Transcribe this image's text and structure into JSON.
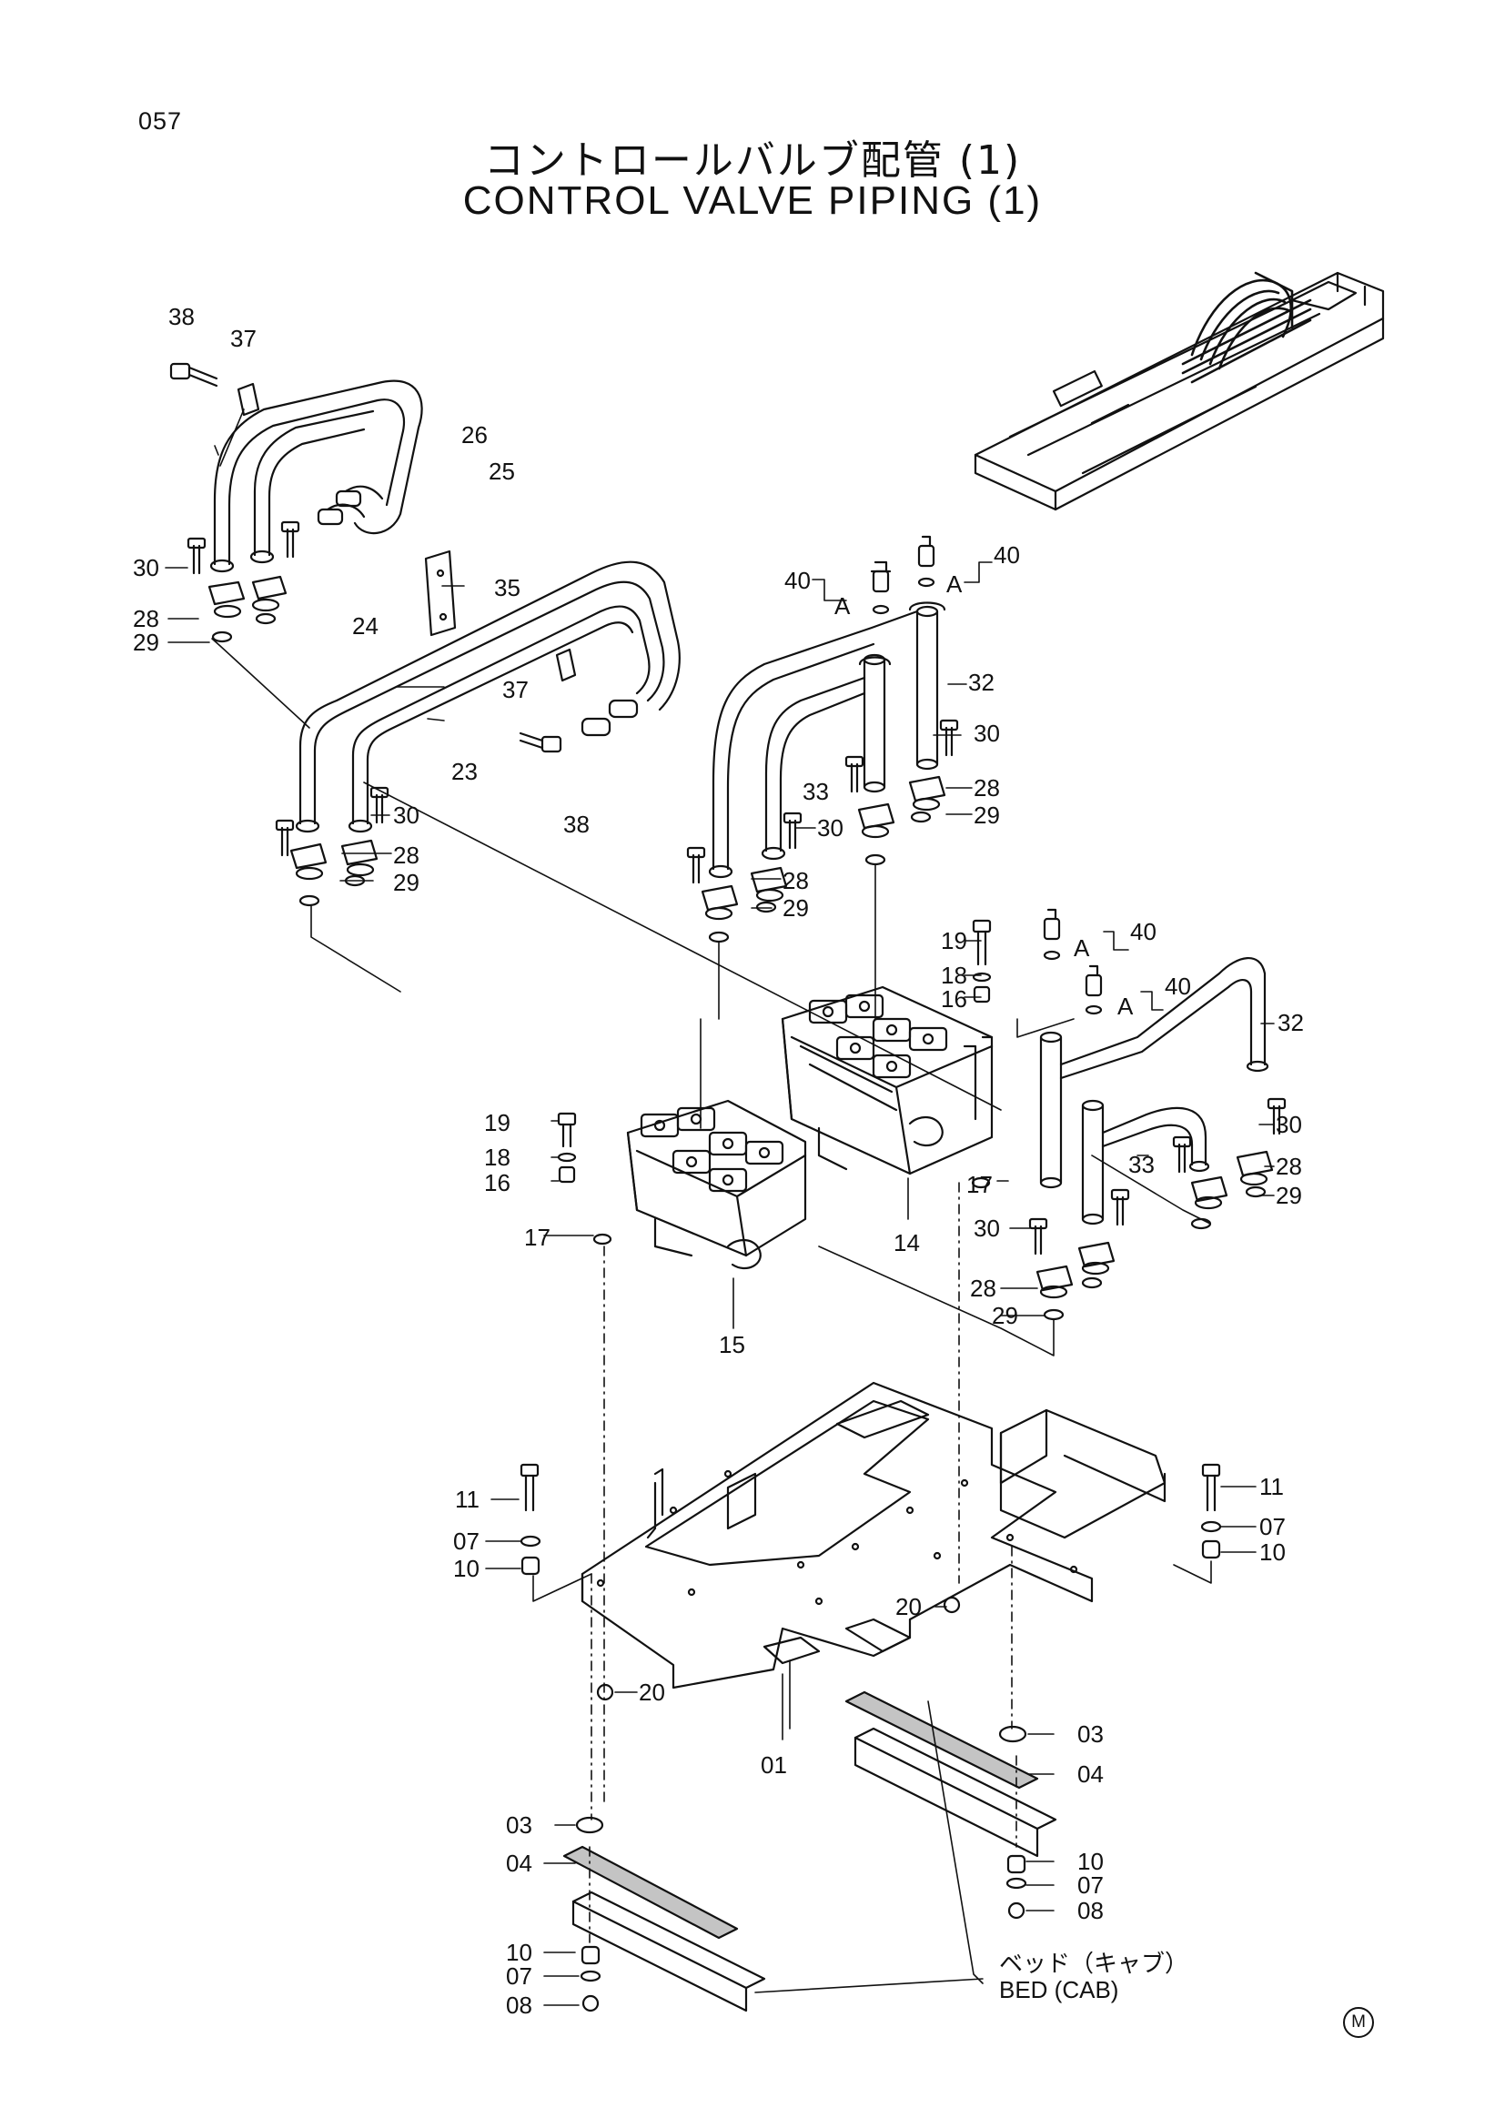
{
  "page_number": "057",
  "title_ja": "コントロールバルブ配管 (1)",
  "title_en": "CONTROL VALVE PIPING (1)",
  "callouts": {
    "p38a": "38",
    "p37a": "37",
    "p26": "26",
    "p25": "25",
    "p30a": "30",
    "p28a": "28",
    "p29a": "29",
    "p35": "35",
    "p24": "24",
    "p37b": "37",
    "p23": "23",
    "p38b": "38",
    "p30b": "30",
    "p28b": "28",
    "p29b": "29",
    "p40a": "40",
    "p40b": "40",
    "Aa": "A",
    "Ab": "A",
    "p32a": "32",
    "p30c": "30",
    "p33a": "33",
    "p28c": "28",
    "p29c": "29",
    "p30d": "30",
    "p28d": "28",
    "p29d": "29",
    "p19a": "19",
    "p18a": "18",
    "p16a": "16",
    "p40c": "40",
    "Ac": "A",
    "p40d": "40",
    "Ad": "A",
    "p32b": "32",
    "p19b": "19",
    "p18b": "18",
    "p16b": "16",
    "p17a": "17",
    "p17b": "17",
    "p14": "14",
    "p15": "15",
    "p30e": "30",
    "p33b": "33",
    "p28e": "28",
    "p29e": "29",
    "p30f": "30",
    "p28f": "28",
    "p29f": "29",
    "p11a": "11",
    "p07a": "07",
    "p10a": "10",
    "p11b": "11",
    "p07b": "07",
    "p10b": "10",
    "p20a": "20",
    "p20b": "20",
    "p01": "01",
    "p03a": "03",
    "p04a": "04",
    "p03b": "03",
    "p04b": "04",
    "p10c": "10",
    "p07c": "07",
    "p08a": "08",
    "p10d": "10",
    "p07d": "07",
    "p08b": "08"
  },
  "bed_label_ja": "ベッド（キャブ）",
  "bed_label_en": "BED (CAB)",
  "corner_mark": "M"
}
